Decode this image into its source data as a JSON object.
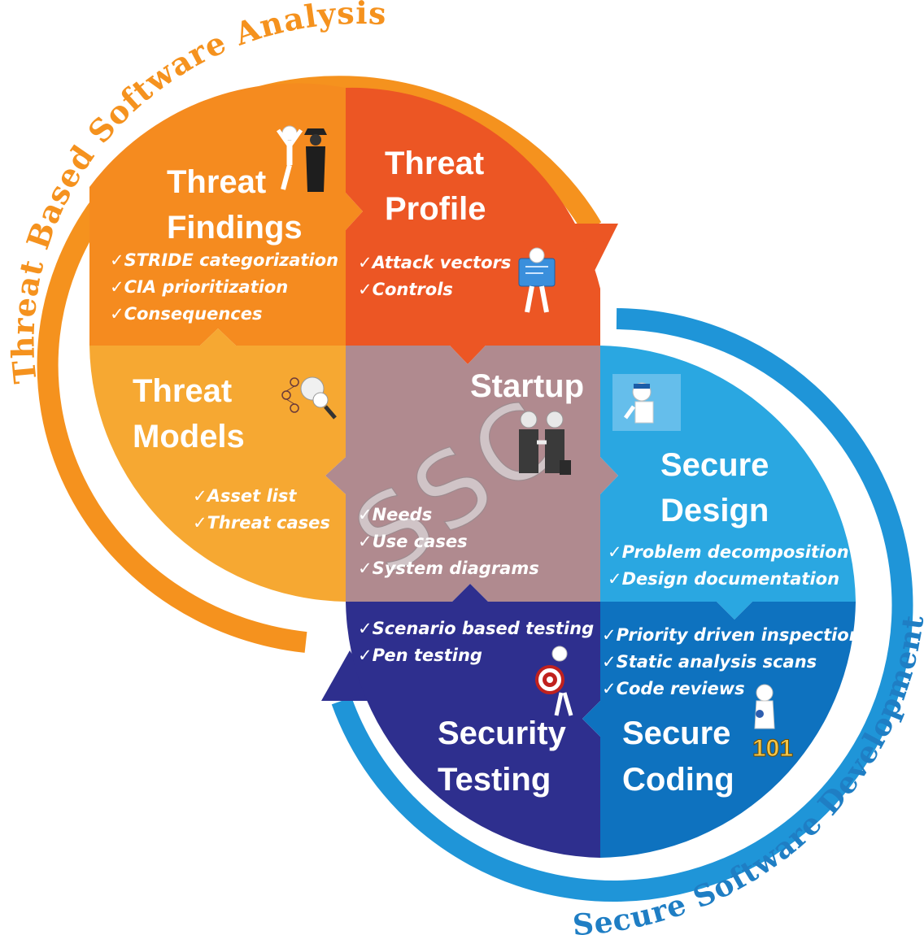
{
  "arcs": {
    "outer_top": "Threat Based Software Analysis",
    "outer_bottom": "Secure Software Development"
  },
  "sections": {
    "threat_findings": {
      "title1": "Threat",
      "title2": "Findings",
      "items": [
        "STRIDE categorization",
        "CIA prioritization",
        "Consequences"
      ]
    },
    "threat_profile": {
      "title1": "Threat",
      "title2": "Profile",
      "items": [
        "Attack vectors",
        "Controls"
      ]
    },
    "threat_models": {
      "title1": "Threat",
      "title2": "Models",
      "items": [
        "Asset list",
        "Threat cases"
      ]
    },
    "startup": {
      "title": "Startup",
      "watermark": "SSC",
      "items": [
        "Needs",
        "Use cases",
        "System diagrams"
      ]
    },
    "secure_design": {
      "title1": "Secure",
      "title2": "Design",
      "items": [
        "Problem decomposition",
        "Design documentation"
      ]
    },
    "security_testing": {
      "title1": "Security",
      "title2": "Testing",
      "items": [
        "Scenario based testing",
        "Pen testing"
      ]
    },
    "secure_coding": {
      "title1": "Secure",
      "title2": "Coding",
      "items": [
        "Priority driven inspection",
        "Static analysis scans",
        "Code reviews"
      ],
      "badge": "101"
    }
  },
  "check_mark": "✓",
  "colors": {
    "findings": "#f58b1f",
    "profile": "#ec5624",
    "models": "#f6a832",
    "startup": "#b08a8f",
    "design": "#2aa7e1",
    "testing": "#2e2f8e",
    "coding": "#0e72bf",
    "outer_orange": "#f5921e",
    "outer_blue": "#1f95d8",
    "outer_blue_text": "#1f7ec4"
  },
  "icons": [
    "detective-figure-icon",
    "blueprint-figure-icon",
    "model-figure-icon",
    "handshake-icon",
    "design-figure-icon",
    "target-figure-icon",
    "coding-figure-icon"
  ]
}
